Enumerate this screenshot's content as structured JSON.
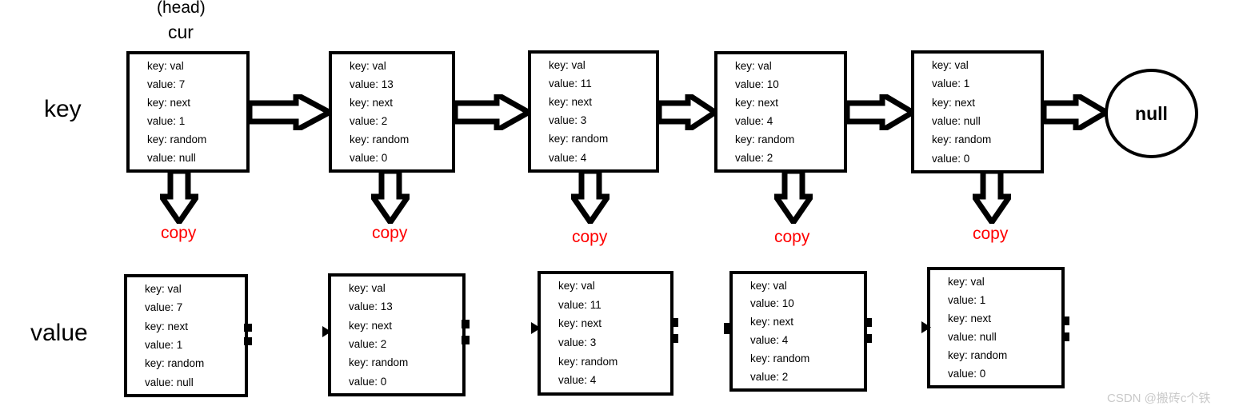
{
  "labels": {
    "head": "(head)",
    "cur": "cur",
    "key_row_label": "key",
    "value_row_label": "value",
    "copy": "copy",
    "null_node": "null"
  },
  "watermark": "CSDN @搬砖c个铁",
  "colors": {
    "stroke": "#000000",
    "copy_text": "#ff0000",
    "background": "#ffffff",
    "watermark": "#c9c9c9"
  },
  "fields": {
    "key_label": "key:",
    "value_label": "value:",
    "val_key": "val",
    "next_key": "next",
    "random_key": "random"
  },
  "original_list": {
    "title": "key",
    "nodes": [
      {
        "index": 0,
        "rows": [
          "key:  val",
          "value:  7",
          "key:  next",
          "value:  1",
          "key:  random",
          "value:  null"
        ],
        "val": "7",
        "next": "1",
        "random": "null"
      },
      {
        "index": 1,
        "rows": [
          "key:  val",
          "value:  13",
          "key:  next",
          "value:  2",
          "key:  random",
          "value:  0"
        ],
        "val": "13",
        "next": "2",
        "random": "0"
      },
      {
        "index": 2,
        "rows": [
          "key:  val",
          "value:  11",
          "key:  next",
          "value:  3",
          "key:  random",
          "value:  4"
        ],
        "val": "11",
        "next": "3",
        "random": "4"
      },
      {
        "index": 3,
        "rows": [
          "key:  val",
          "value:  10",
          "key:  next",
          "value:  4",
          "key:  random",
          "value:  2"
        ],
        "val": "10",
        "next": "4",
        "random": "2"
      },
      {
        "index": 4,
        "rows": [
          "key:  val",
          "value:  1",
          "key:  next",
          "value:  null",
          "key:  random",
          "value:  0"
        ],
        "val": "1",
        "next": "null",
        "random": "0"
      }
    ],
    "terminator": "null"
  },
  "copy_list": {
    "title": "value",
    "nodes": [
      {
        "index": 0,
        "rows": [
          "key:  val",
          "value:  7",
          "key:  next",
          "value:  1",
          "key:  random",
          "value:  null"
        ],
        "val": "7",
        "next": "1",
        "random": "null"
      },
      {
        "index": 1,
        "rows": [
          "key:  val",
          "value:  13",
          "key:  next",
          "value:  2",
          "key:  random",
          "value:  0"
        ],
        "val": "13",
        "next": "2",
        "random": "0"
      },
      {
        "index": 2,
        "rows": [
          "key:  val",
          "value:  11",
          "key:  next",
          "value:  3",
          "key:  random",
          "value:  4"
        ],
        "val": "11",
        "next": "3",
        "random": "4"
      },
      {
        "index": 3,
        "rows": [
          "key:  val",
          "value:  10",
          "key:  next",
          "value:  4",
          "key:  random",
          "value:  2"
        ],
        "val": "10",
        "next": "4",
        "random": "2"
      },
      {
        "index": 4,
        "rows": [
          "key:  val",
          "value:  1",
          "key:  next",
          "value:  null",
          "key:  random",
          "value:  0"
        ],
        "val": "1",
        "next": "null",
        "random": "0"
      }
    ]
  },
  "copy_arrows": [
    "copy",
    "copy",
    "copy",
    "copy",
    "copy"
  ]
}
